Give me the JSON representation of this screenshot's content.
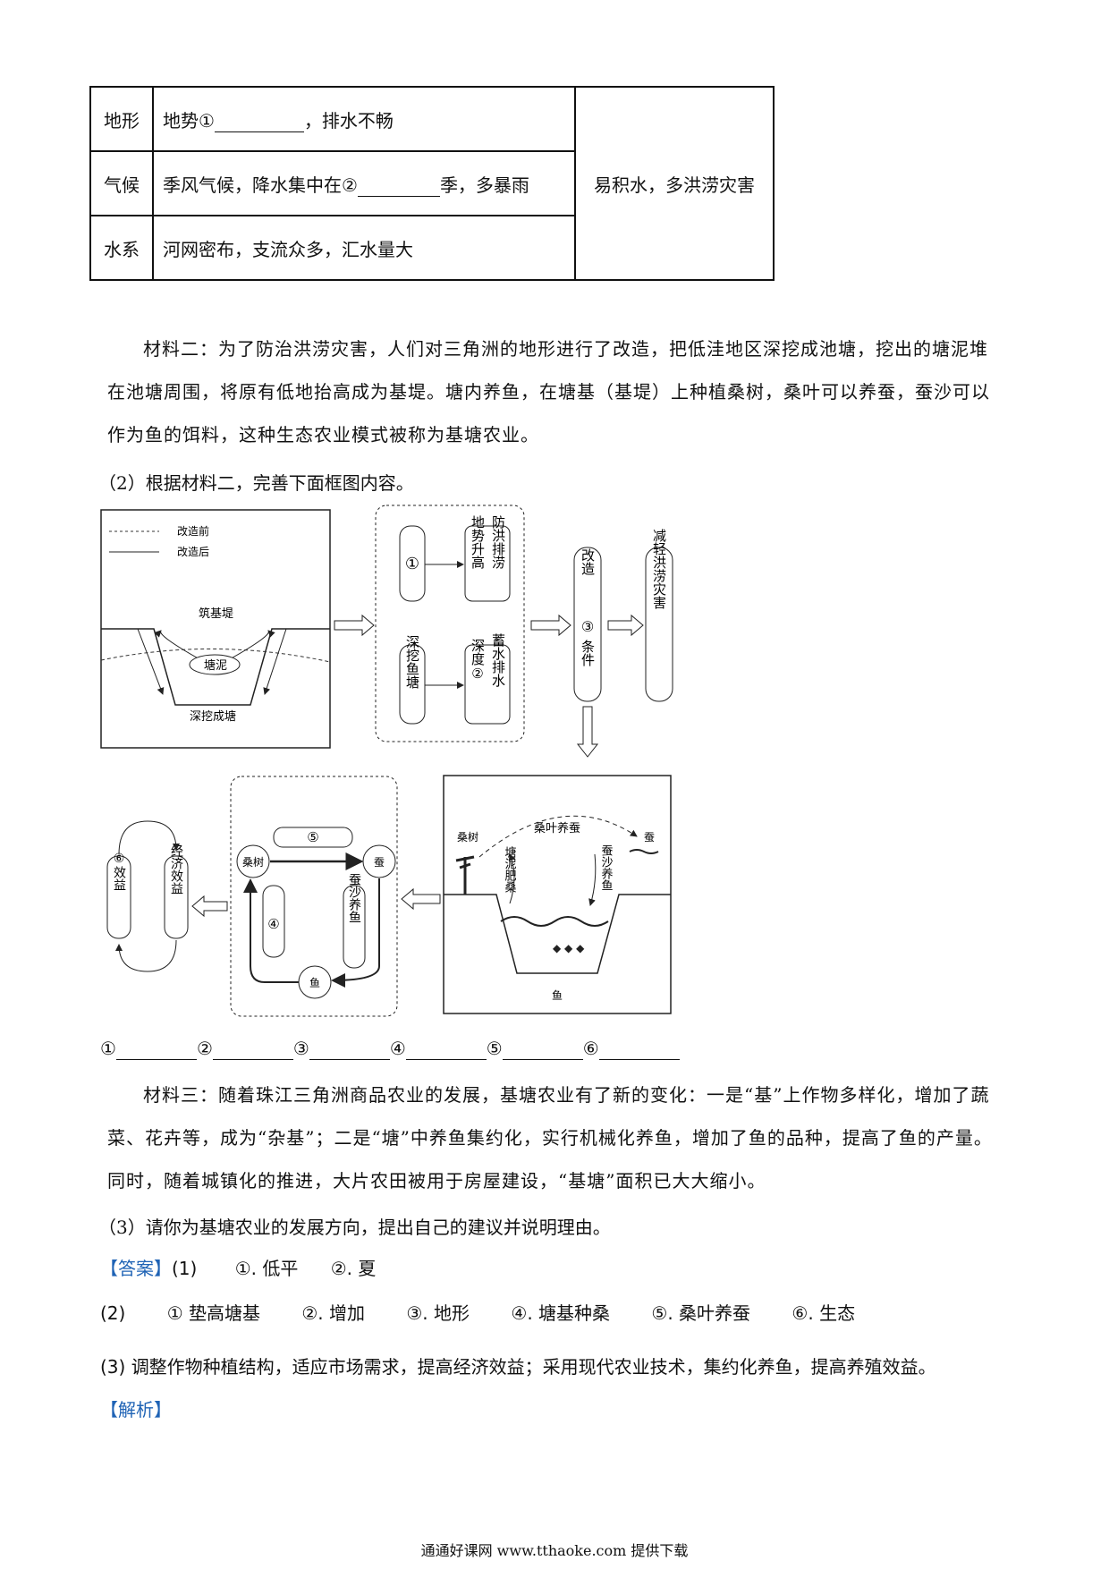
{
  "table": {
    "rows": [
      {
        "label": "地形",
        "text_pre": "地势①",
        "text_post": "，排水不畅"
      },
      {
        "label": "气候",
        "text_pre": "季风气候，降水集中在②",
        "text_post": "季，多暴雨"
      },
      {
        "label": "水系",
        "text_pre": "河网密布，支流众多，汇水量大",
        "text_post": ""
      }
    ],
    "result": "易积水，多洪涝灾害"
  },
  "material2": "材料二：为了防治洪涝灾害，人们对三角洲的地形进行了改造，把低洼地区深挖成池塘，挖出的塘泥堆在池塘周围，将原有低地抬高成为基堤。塘内养鱼，在塘基（基堤）上种植桑树，桑叶可以养蚕，蚕沙可以作为鱼的饵料，这种生态农业模式被称为基塘农业。",
  "question2": "（2）根据材料二，完善下面框图内容。",
  "diagram": {
    "legend_before": "改造前",
    "legend_after": "改造后",
    "label_build": "筑基堤",
    "label_mud": "塘泥",
    "label_dig": "深挖成塘",
    "box_1": "①",
    "box_raise": "地势升高",
    "box_flood": "防洪排涝",
    "box_dig": "深挖鱼塘",
    "box_depth": "深度②",
    "box_store": "蓄水排水",
    "box_reform": "改造",
    "box_3": "③",
    "box_cond": "条件",
    "box_reduce": "减轻洪涝灾害",
    "label_mulberry": "桑树",
    "label_silk_leaf": "桑叶养蚕",
    "label_silkworm": "蚕",
    "label_mud_fert": "塘泥肥桑",
    "label_sand_fish": "蚕沙养鱼",
    "label_fish": "鱼",
    "cyc_mulberry": "桑树",
    "cyc_silkworm": "蚕",
    "cyc_fish": "鱼",
    "cyc_5": "⑤",
    "cyc_4": "④",
    "cyc_sand": "蚕沙养鱼",
    "benefit_6": "⑥效益",
    "benefit_econ": "经济效益"
  },
  "blanks_line": [
    "①",
    "②",
    "③",
    "④",
    "⑤",
    "⑥"
  ],
  "material3": "材料三：随着珠江三角洲商品农业的发展，基塘农业有了新的变化：一是“基”上作物多样化，增加了蔬菜、花卉等，成为“杂基”；二是“塘”中养鱼集约化，实行机械化养鱼，增加了鱼的品种，提高了鱼的产量。同时，随着城镇化的推进，大片农田被用于房屋建设，“基塘”面积已大大缩小。",
  "question3": "（3）请你为基塘农业的发展方向，提出自己的建议并说明理由。",
  "answer": {
    "label": "【答案】",
    "a1_prefix": "(1)",
    "a1": [
      "①. 低平",
      "②. 夏"
    ],
    "a2_prefix": "(2)",
    "a2": [
      "① 垫高塘基",
      "②. 增加",
      "③. 地形",
      "④. 塘基种桑",
      "⑤. 桑叶养蚕",
      "⑥. 生态"
    ],
    "a3": "(3) 调整作物种植结构，适应市场需求，提高经济效益；采用现代农业技术，集约化养鱼，提高养殖效益。",
    "analysis_label": "【解析】"
  },
  "footer": "通通好课网  www.tthaoke.com  提供下载"
}
